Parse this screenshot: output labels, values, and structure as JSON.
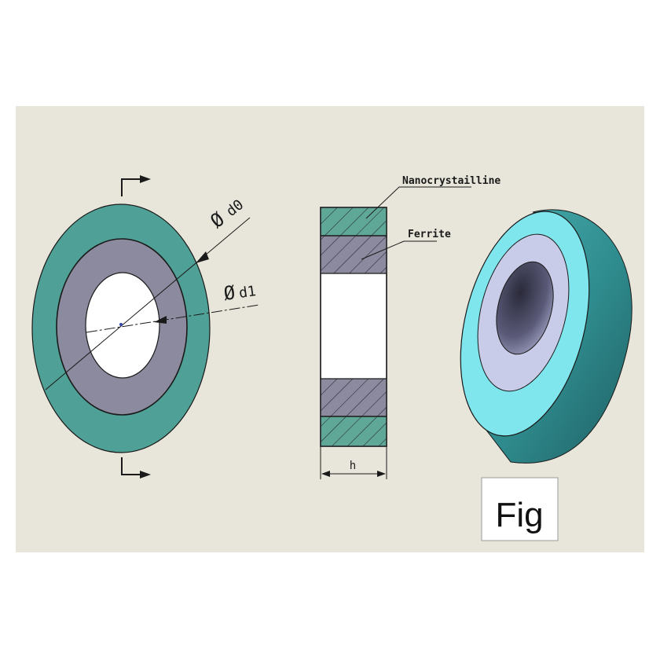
{
  "labels": {
    "d0": "d0",
    "d1": "d1",
    "diameter_symbol": "Ø",
    "nanocrystalline": "Nanocrystailline",
    "ferrite": "Ferrite",
    "height": "h",
    "figure_caption": "Fig"
  },
  "colors": {
    "sheet_background": "#e8e6da",
    "ferrite_ring": "#8b8a9e",
    "nanocrystalline_ring": "#4fa096",
    "iso_outer_face": "#7fe6ee",
    "iso_inner_face": "#c9cce8",
    "iso_side": "#2f8c8e",
    "outline": "#1a1a1a"
  }
}
